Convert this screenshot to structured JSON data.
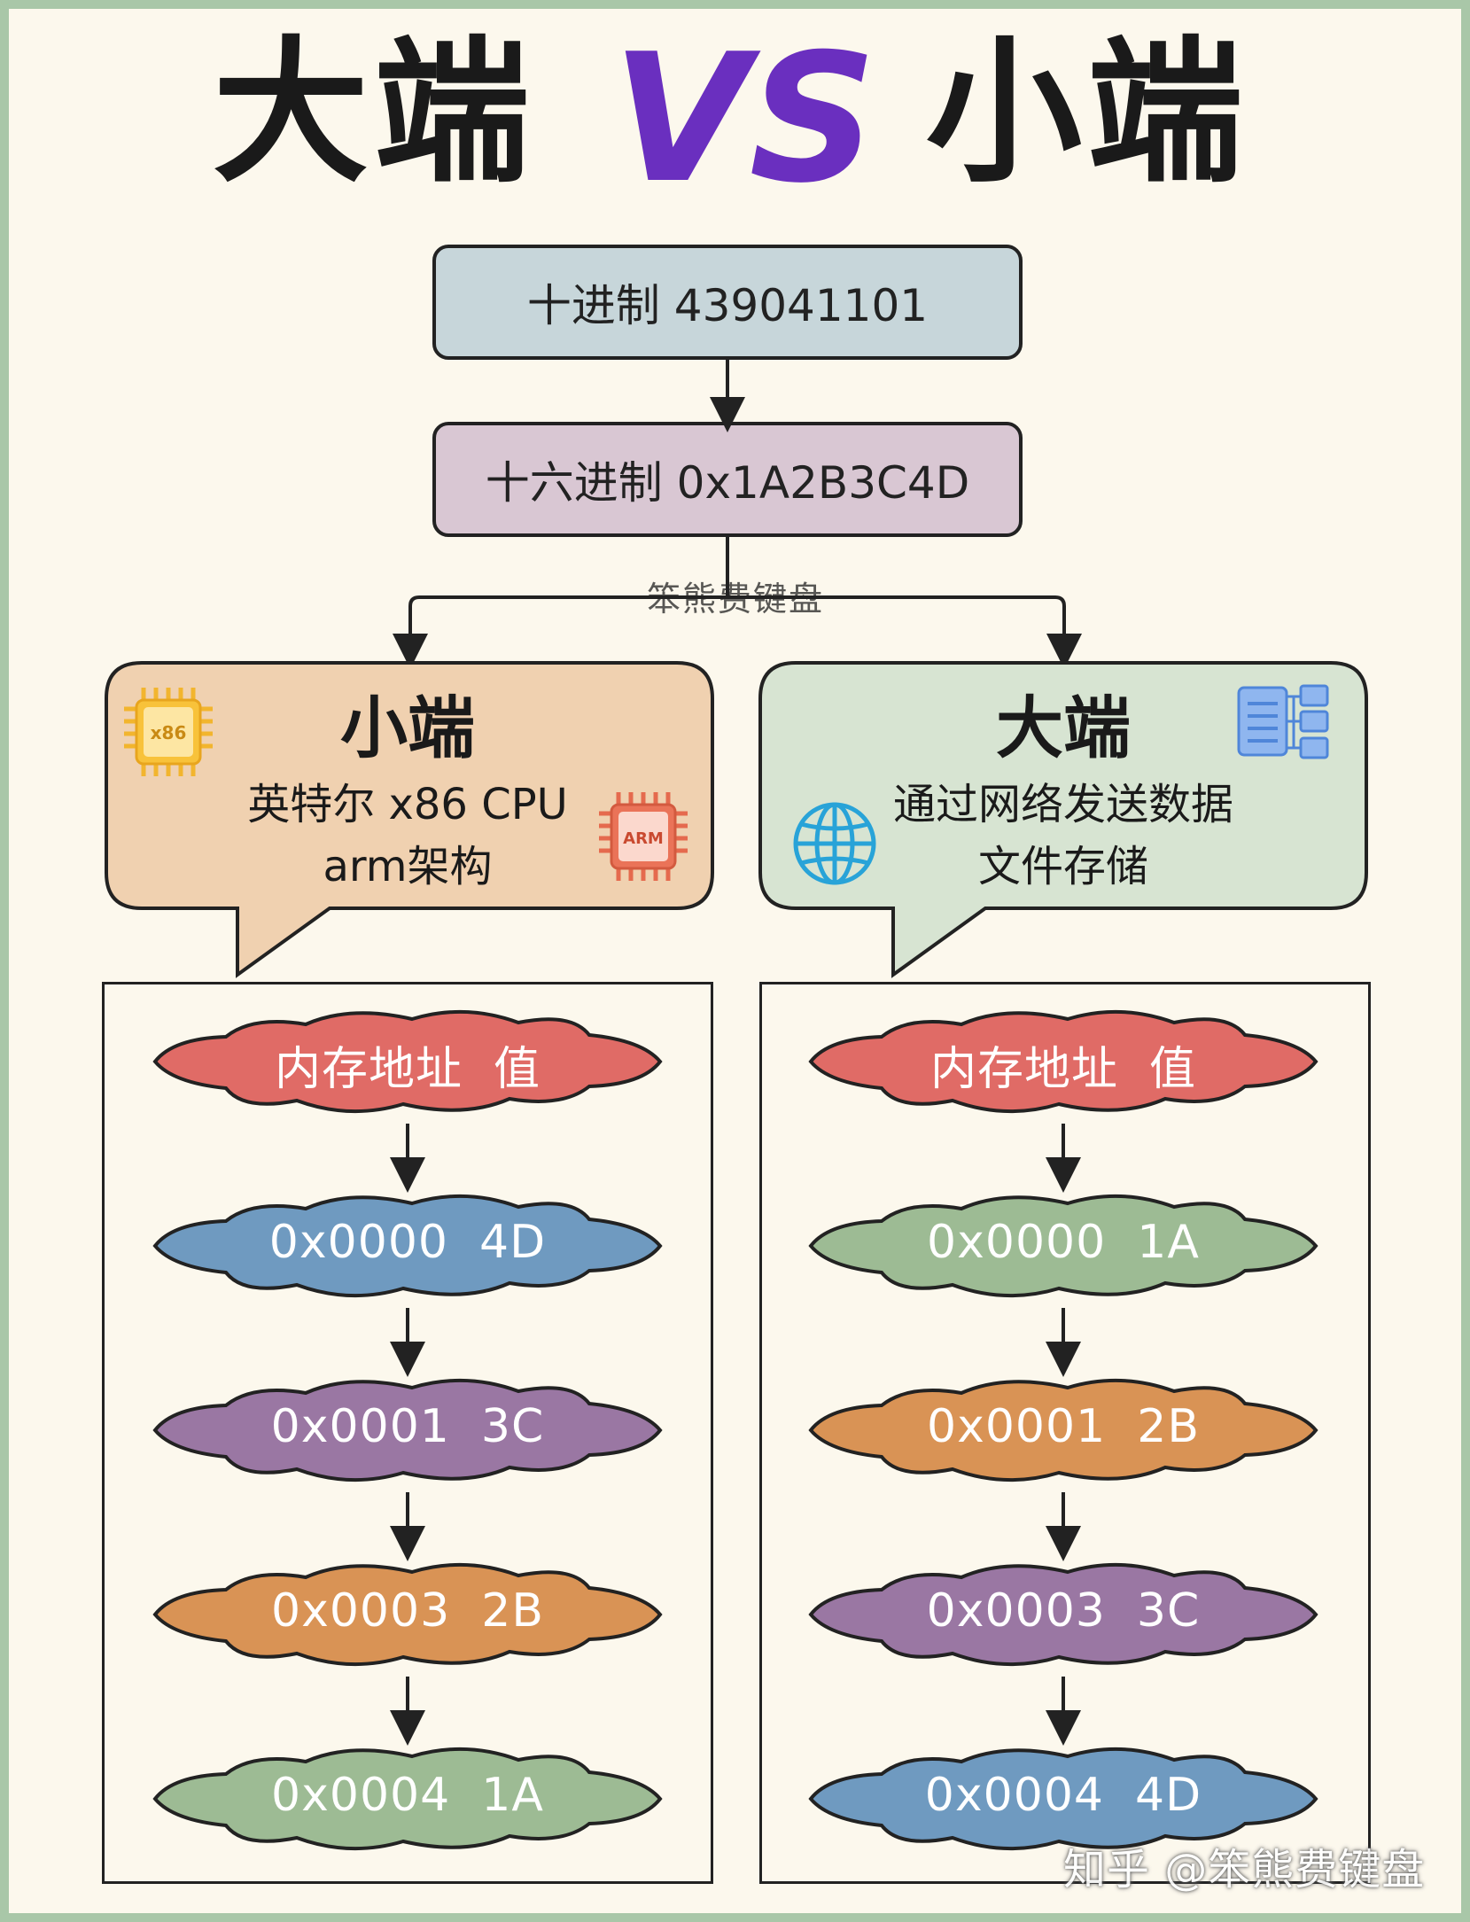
{
  "title": {
    "left": "大端",
    "vs": "VS",
    "right": "小端"
  },
  "decimal_box": {
    "label": "十进制 439041101"
  },
  "hex_box": {
    "label": "十六进制 0x1A2B3C4D"
  },
  "watermark_center": "笨熊费键盘",
  "watermark_footer": "知乎 @笨熊费键盘",
  "left_bubble": {
    "title": "小端",
    "line1": "英特尔 x86 CPU",
    "line2": "arm架构",
    "chip1_text": "x86",
    "chip2_text": "ARM"
  },
  "right_bubble": {
    "title": "大端",
    "line1": "通过网络发送数据",
    "line2": "文件存储"
  },
  "left_column": [
    {
      "label": "内存地址  值",
      "color": "#e06b66"
    },
    {
      "label": "0x0000  4D",
      "color": "#6f9ac0"
    },
    {
      "label": "0x0001  3C",
      "color": "#9a77a3"
    },
    {
      "label": "0x0003  2B",
      "color": "#d99355"
    },
    {
      "label": "0x0004  1A",
      "color": "#9dbb94"
    }
  ],
  "right_column": [
    {
      "label": "内存地址  值",
      "color": "#e06b66"
    },
    {
      "label": "0x0000  1A",
      "color": "#9dbb94"
    },
    {
      "label": "0x0001  2B",
      "color": "#d99355"
    },
    {
      "label": "0x0003  3C",
      "color": "#9a77a3"
    },
    {
      "label": "0x0004  4D",
      "color": "#6f9ac0"
    }
  ],
  "colors": {
    "decimal_fill": "#c7d6da",
    "hex_fill": "#d9c7d3",
    "left_bubble_fill": "#f0d1b0",
    "right_bubble_fill": "#d7e4d2",
    "vs_purple": "#6a2fbf",
    "frame_green": "#a9c7a8"
  },
  "icons": {
    "chip_x86": "cpu-chip-icon",
    "chip_arm": "arm-chip-icon",
    "globe": "globe-icon",
    "file_tree": "file-tree-icon"
  }
}
